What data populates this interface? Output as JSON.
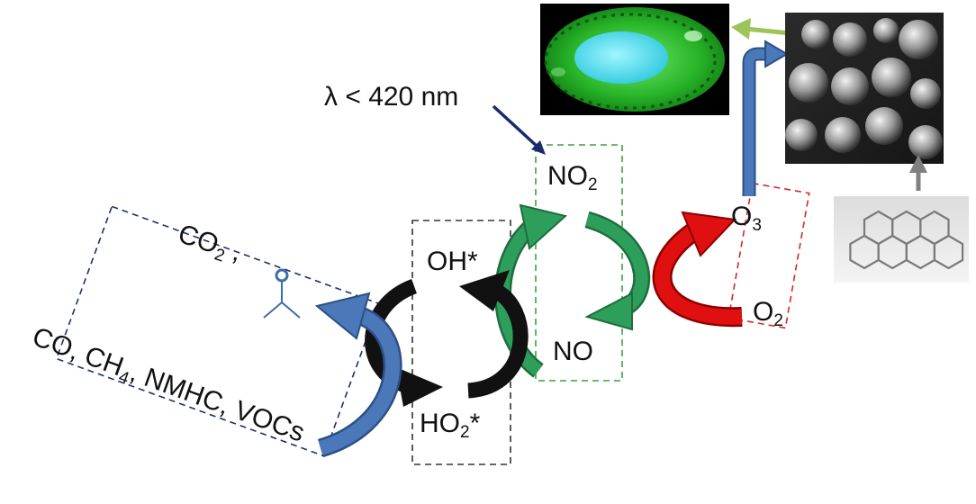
{
  "wavelength_label": "λ < 420 nm",
  "species": {
    "no2": {
      "main": "NO",
      "sub": "2"
    },
    "no": "NO",
    "o3": {
      "main": "O",
      "sub": "3"
    },
    "o2": {
      "main": "O",
      "sub": "2"
    },
    "oh": "OH*",
    "ho2": {
      "main": "HO",
      "sub": "2",
      "suffix": "*"
    },
    "co2": {
      "main": "CO",
      "sub": "2",
      "suffix": " ,"
    },
    "reactants": {
      "p1": "CO, CH",
      "sub": "4",
      "p2": ", NMHC, VOCs"
    }
  },
  "colors": {
    "nox_box": "#3aa33a",
    "radical_box": "#333333",
    "ozone_box": "#d62828",
    "voc_box": "#1f2f6e",
    "green_arrow": "#2e9e5b",
    "red_arrow": "#e01010",
    "blue_arrow": "#4a78b8",
    "black_arrow": "#111111",
    "pointer_arrow": "#1a2a6a",
    "lime_arrow": "#9dc45a",
    "grey_arrow": "#808080"
  },
  "icons": [
    "aldehyde-structure-icon",
    "particle-sem-image",
    "cell-fluorescence-image",
    "polycyclic-aromatic-structure-icon"
  ]
}
